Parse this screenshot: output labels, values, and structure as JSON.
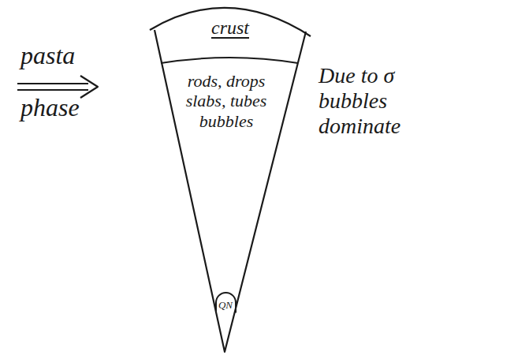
{
  "diagram": {
    "nodes": [
      {
        "text": [
          "rods, drops slabs, tubes bubbles"
        ]
      },
      {
        "text": [
          "crust"
        ],
        "in": 0
      },
      {
        "text": [
          "QN"
        ],
        "in": 0
      }
    ],
    "labels": [
      "pasta",
      "phase",
      "Due to σ bubbles dominate"
    ]
  }
}
